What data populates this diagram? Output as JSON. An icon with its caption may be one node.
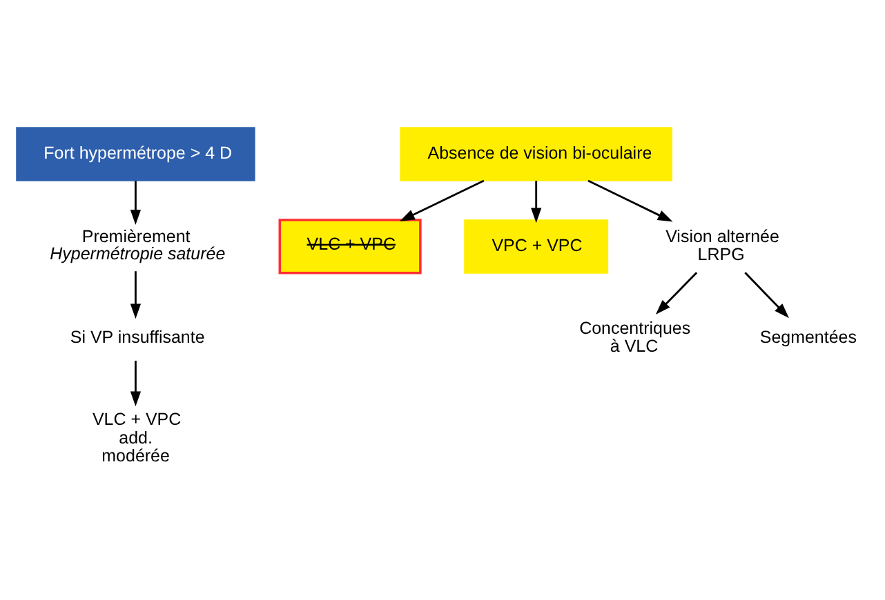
{
  "diagram": {
    "nodes": [
      {
        "text": [
          "Fort hypermétrope > 4 D"
        ]
      },
      {
        "text": [
          "Absence de vision bi-oculaire"
        ]
      },
      {
        "text": [
          "Premièrement",
          "Hypermétropie saturée"
        ]
      },
      {
        "text": [
          "Si VP insuffisante"
        ]
      },
      {
        "text": [
          "VLC + VPC add. modérée"
        ]
      },
      {
        "text": [
          "VLC + VPC"
        ]
      },
      {
        "text": [
          "VPC + VPC"
        ]
      },
      {
        "text": [
          "Vision alternée LRPG"
        ]
      },
      {
        "text": [
          "Concentriques à VLC"
        ]
      },
      {
        "text": [
          "Segmentées"
        ]
      }
    ],
    "edges": [
      {
        "from": 0,
        "to": 2,
        "arrow": "to"
      },
      {
        "from": 2,
        "to": 3,
        "arrow": "to"
      },
      {
        "from": 3,
        "to": 4,
        "arrow": "to"
      },
      {
        "from": 1,
        "to": 5,
        "arrow": "to"
      },
      {
        "from": 1,
        "to": 7,
        "arrow": "to"
      },
      {
        "from": 1,
        "to": 6,
        "arrow": "to"
      },
      {
        "from": 7,
        "to": 8,
        "arrow": "to"
      },
      {
        "from": 7,
        "to": 9,
        "arrow": "to"
      }
    ]
  }
}
